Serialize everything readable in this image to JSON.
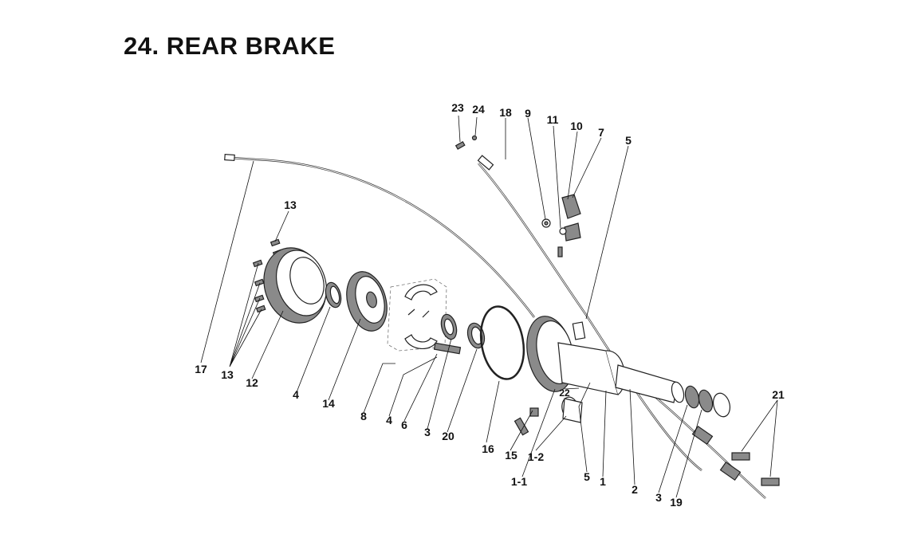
{
  "title": "24. REAR BRAKE",
  "callouts": [
    {
      "id": "c23",
      "text": "23"
    },
    {
      "id": "c24",
      "text": "24"
    },
    {
      "id": "c18",
      "text": "18"
    },
    {
      "id": "c9",
      "text": "9"
    },
    {
      "id": "c11",
      "text": "11"
    },
    {
      "id": "c10",
      "text": "10"
    },
    {
      "id": "c7",
      "text": "7"
    },
    {
      "id": "c5a",
      "text": "5"
    },
    {
      "id": "c13a",
      "text": "13"
    },
    {
      "id": "c17",
      "text": "17"
    },
    {
      "id": "c13b",
      "text": "13"
    },
    {
      "id": "c12",
      "text": "12"
    },
    {
      "id": "c4a",
      "text": "4"
    },
    {
      "id": "c14",
      "text": "14"
    },
    {
      "id": "c8",
      "text": "8"
    },
    {
      "id": "c4b",
      "text": "4"
    },
    {
      "id": "c6",
      "text": "6"
    },
    {
      "id": "c3a",
      "text": "3"
    },
    {
      "id": "c20",
      "text": "20"
    },
    {
      "id": "c16",
      "text": "16"
    },
    {
      "id": "c15",
      "text": "15"
    },
    {
      "id": "c1-2",
      "text": "1-2"
    },
    {
      "id": "c1-1",
      "text": "1-1"
    },
    {
      "id": "c22",
      "text": "22"
    },
    {
      "id": "c5b",
      "text": "5"
    },
    {
      "id": "c1",
      "text": "1"
    },
    {
      "id": "c2",
      "text": "2"
    },
    {
      "id": "c3b",
      "text": "3"
    },
    {
      "id": "c19",
      "text": "19"
    },
    {
      "id": "c21",
      "text": "21"
    }
  ]
}
